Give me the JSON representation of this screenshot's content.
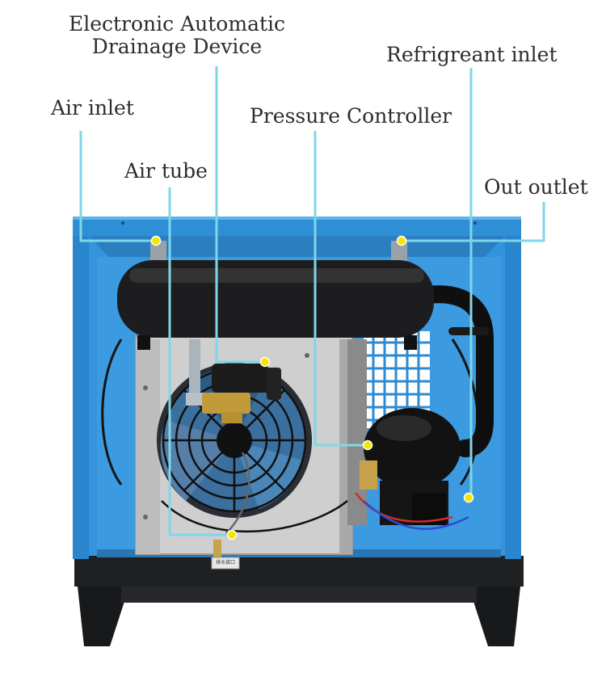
{
  "labels": {
    "drainage_line1": "Electronic Automatic",
    "drainage_line2": "Drainage Device",
    "refrigerant_inlet": "Refrigreant inlet",
    "air_inlet": "Air inlet",
    "pressure_controller": "Pressure Controller",
    "air_tube": "Air tube",
    "out_outlet": "Out outlet"
  },
  "device_tag": "排水接口",
  "colors": {
    "cabinet_blue": "#2f8fd6",
    "leader_line": "#7fd6ea",
    "marker_dot": "#f5e600",
    "base_black": "#1b1c1e"
  }
}
